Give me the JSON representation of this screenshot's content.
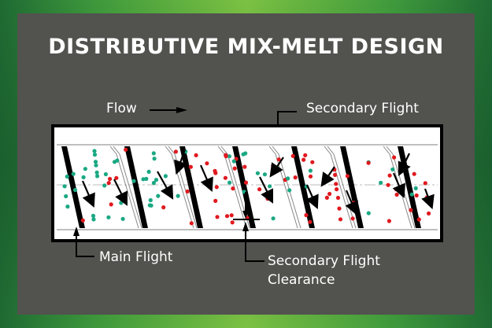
{
  "title": "DISTRIBUTIVE MIX-MELT DESIGN",
  "labels": {
    "flow": "Flow",
    "secondary_flight": "Secondary Flight",
    "main_flight": "Main Flight",
    "secondary_flight_clearance_line1": "Secondary Flight",
    "secondary_flight_clearance_line2": "Clearance"
  },
  "colors": {
    "background_green_dark": "#1f6a33",
    "background_green_light": "#7cc243",
    "panel": "#52524f",
    "particle_green": "#1aa883",
    "particle_red": "#e0191f",
    "barrel": "#ffffff",
    "outline": "#000000"
  },
  "icons": [
    "flow-arrow-icon",
    "callout-arrow-icon"
  ]
}
